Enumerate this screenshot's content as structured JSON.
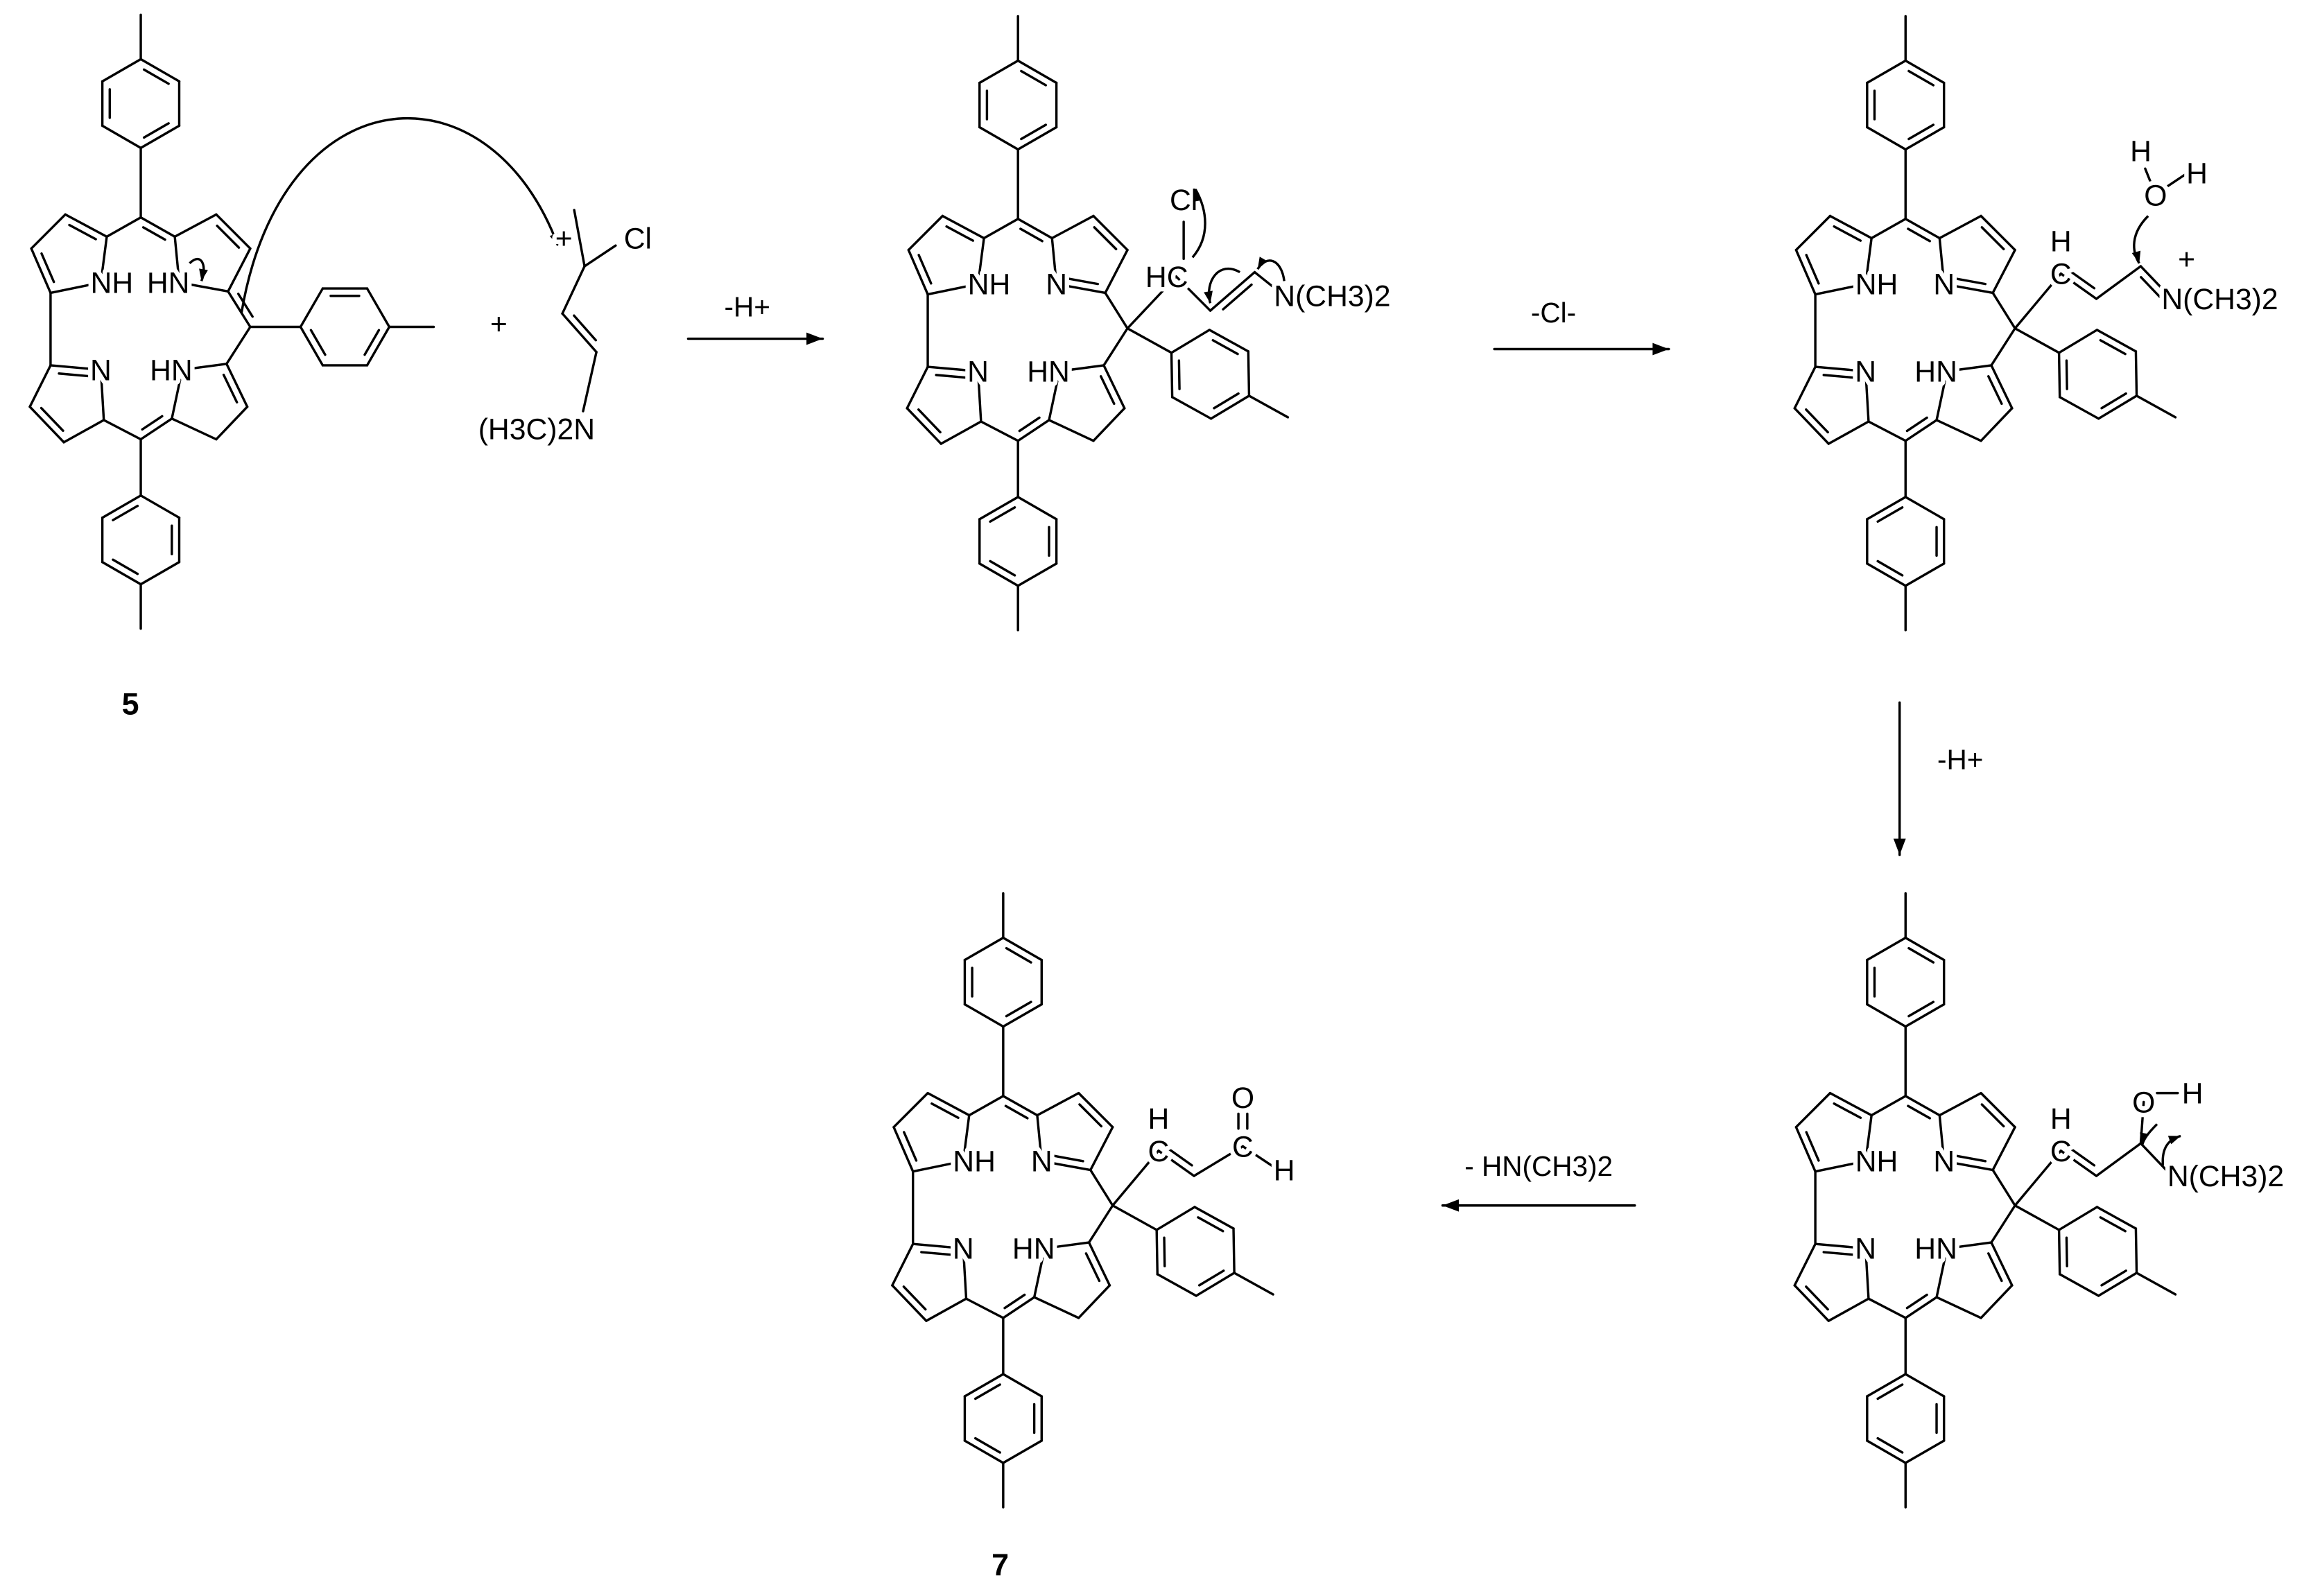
{
  "colors": {
    "ink": "#000000",
    "background": "#ffffff"
  },
  "compounds": {
    "c5": "5",
    "c7": "7"
  },
  "steps": [
    {
      "label": "-H+"
    },
    {
      "label": "-Cl-"
    },
    {
      "label": "-H+"
    },
    {
      "label": "- HN(CH3)2"
    }
  ],
  "plus": "+",
  "reagent": {
    "charge": "+",
    "cl": "Cl",
    "amine": "(H3C)2N"
  },
  "atoms": {
    "nh": "NH",
    "hn": "HN",
    "n": "N"
  },
  "s2": {
    "hc": "HC",
    "cl": "Cl",
    "nme2": "N(CH3)2"
  },
  "s3": {
    "h": "H",
    "c": "C",
    "nme2": "N(CH3)2",
    "charge": "+",
    "o": "O",
    "h1": "H",
    "h2": "H"
  },
  "s4": {
    "h": "H",
    "c": "C",
    "o": "O",
    "oh": "H",
    "nme2": "N(CH3)2"
  },
  "s7": {
    "h": "H",
    "c": "C",
    "c2": "C",
    "o": "O",
    "h2": "H"
  }
}
